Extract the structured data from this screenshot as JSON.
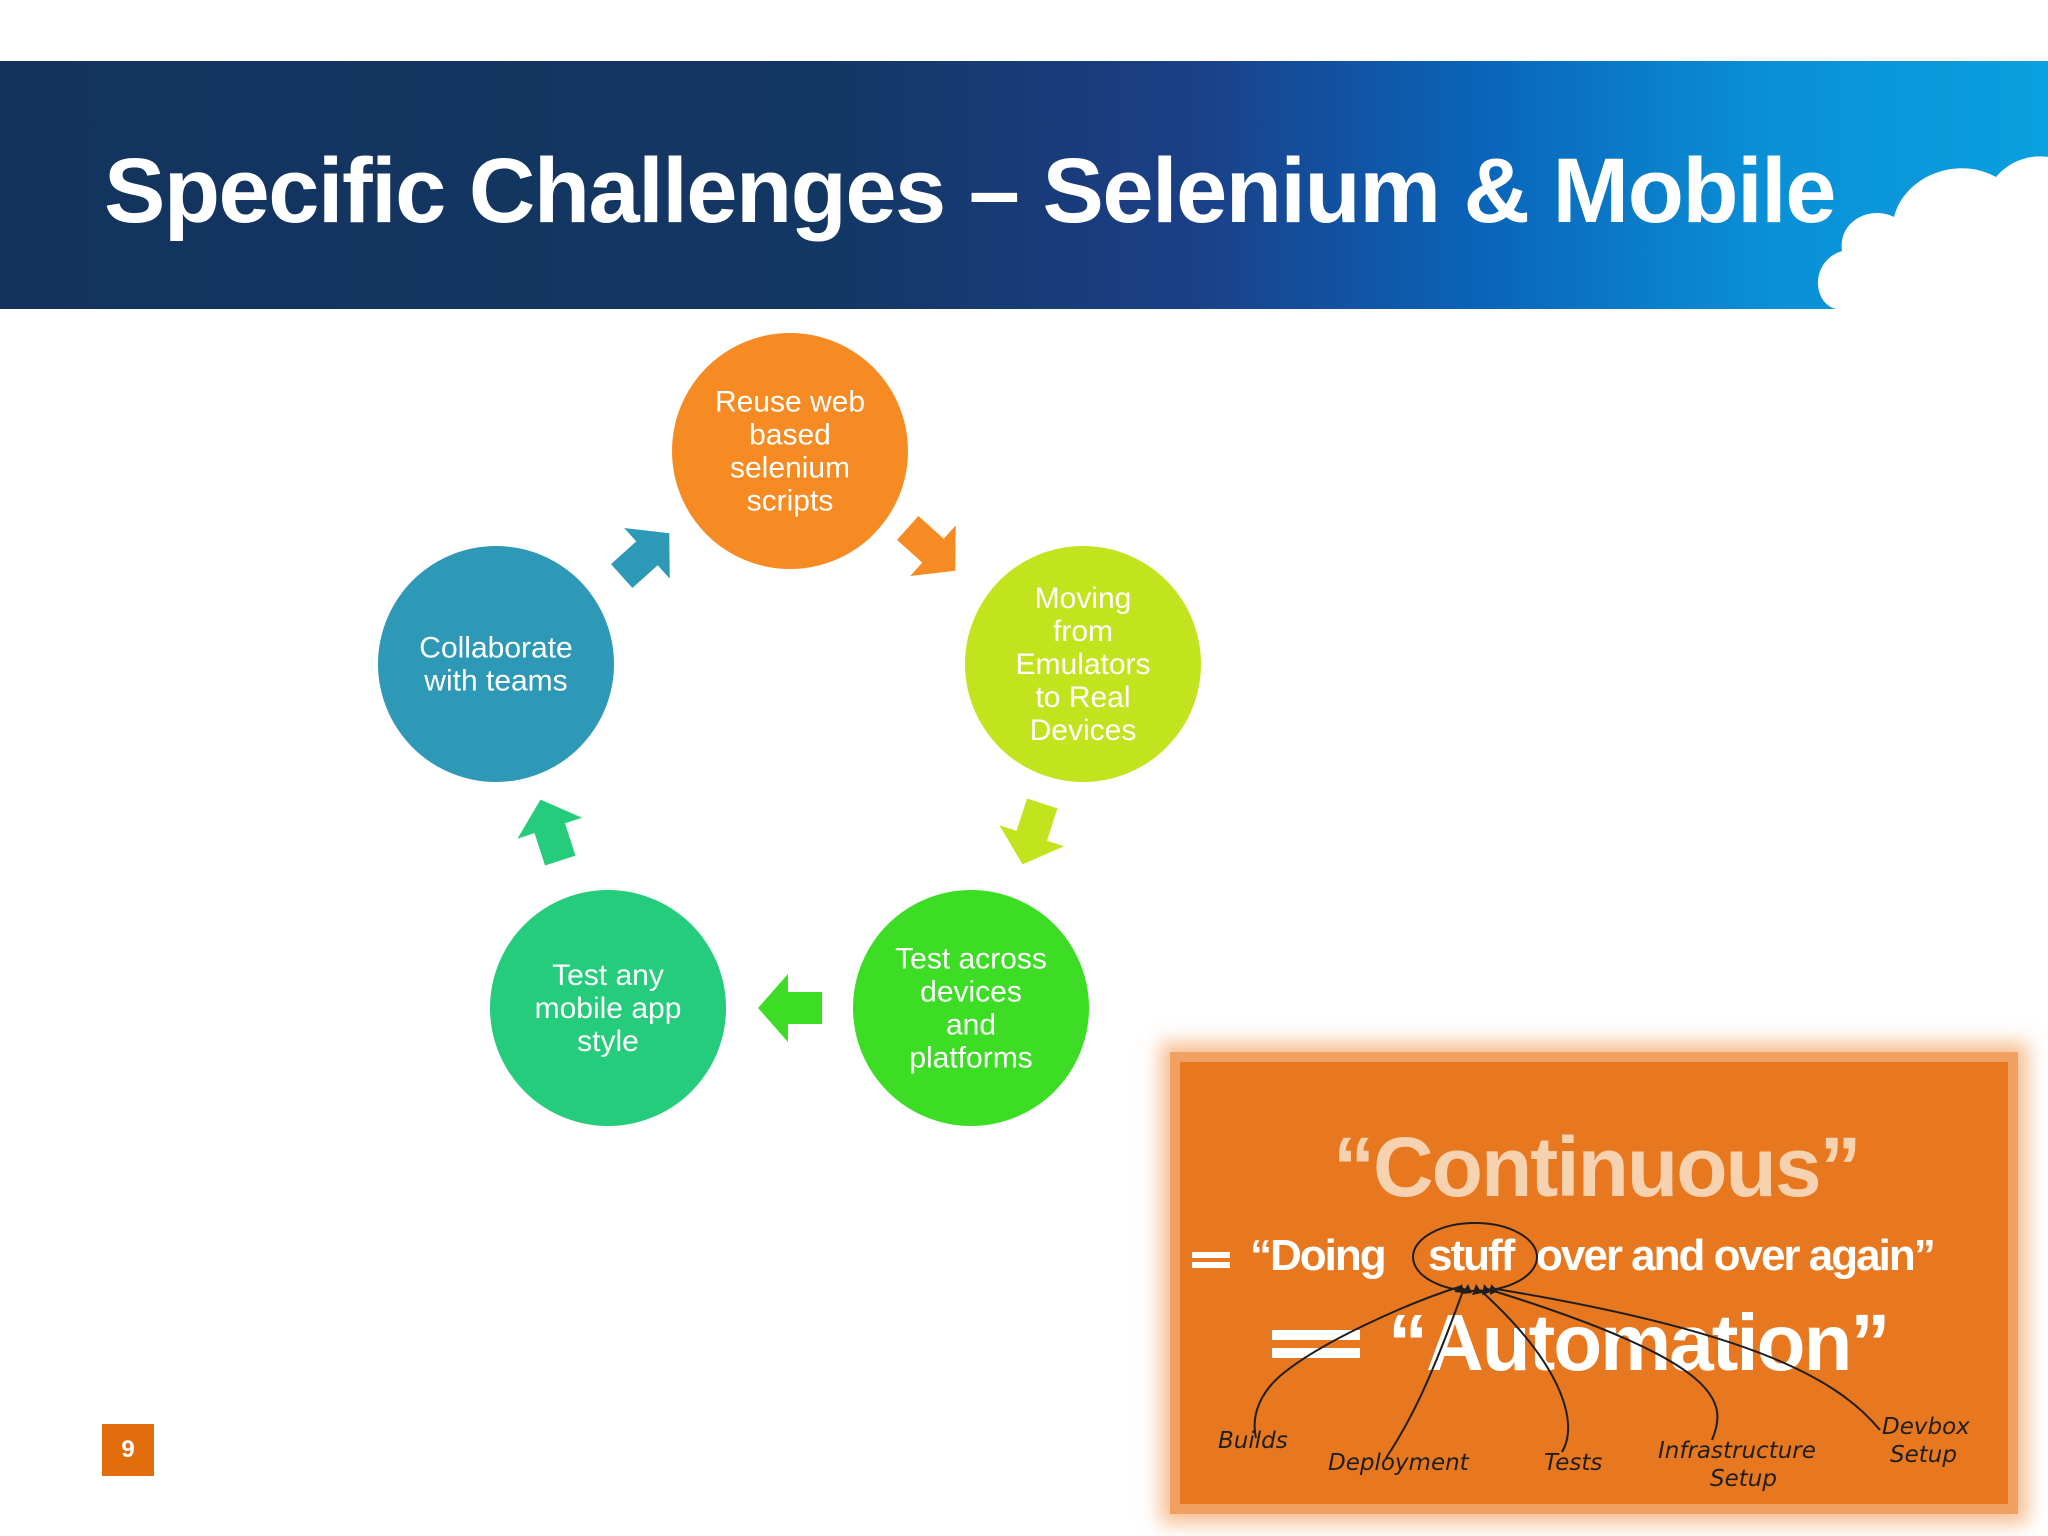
{
  "slide": {
    "title": "Specific Challenges – Selenium & Mobile",
    "page_number": "9"
  },
  "colors": {
    "header_dark": "#13335e",
    "header_light": "#0aa0e0",
    "orange": "#f58b22",
    "lime": "#c2e41f",
    "green": "#3ddd25",
    "teal_green": "#25cc7c",
    "blue": "#2e99b6",
    "promo_orange": "#e8781f",
    "page_badge": "#e26d0d"
  },
  "cycle": {
    "nodes": [
      {
        "name": "reuse-scripts",
        "color": "#f58b22",
        "lines": [
          "Reuse web",
          "based",
          "selenium",
          "scripts"
        ]
      },
      {
        "name": "emulators-to-devices",
        "color": "#c2e41f",
        "lines": [
          "Moving",
          "from",
          "Emulators",
          "to Real",
          "Devices"
        ]
      },
      {
        "name": "test-across-devices",
        "color": "#3ddd25",
        "lines": [
          "Test across",
          "devices",
          "and",
          "platforms"
        ]
      },
      {
        "name": "test-app-style",
        "color": "#25cc7c",
        "lines": [
          "Test any",
          "mobile app",
          "style"
        ]
      },
      {
        "name": "collaborate-teams",
        "color": "#2e99b6",
        "lines": [
          "Collaborate",
          "with teams"
        ]
      }
    ],
    "arrows": [
      {
        "name": "arrow-reuse-to-emulators",
        "color": "#f58b22"
      },
      {
        "name": "arrow-emulators-to-across",
        "color": "#c2e41f"
      },
      {
        "name": "arrow-across-to-style",
        "color": "#3ddd25"
      },
      {
        "name": "arrow-style-to-collaborate",
        "color": "#25cc7c"
      },
      {
        "name": "arrow-collaborate-to-reuse",
        "color": "#2e99b6"
      }
    ]
  },
  "promo": {
    "continuous": "“Continuous”",
    "line2_prefix": "“Doing",
    "line2_stuff": "stuff",
    "line2_rest": "over and over again”",
    "automation": "“Automation”",
    "labels": {
      "builds": "Builds",
      "deployment": "Deployment",
      "tests": "Tests",
      "infrastructure": "Infrastructure",
      "setup_1": "Setup",
      "devbox": "Devbox",
      "setup_2": "Setup"
    }
  }
}
